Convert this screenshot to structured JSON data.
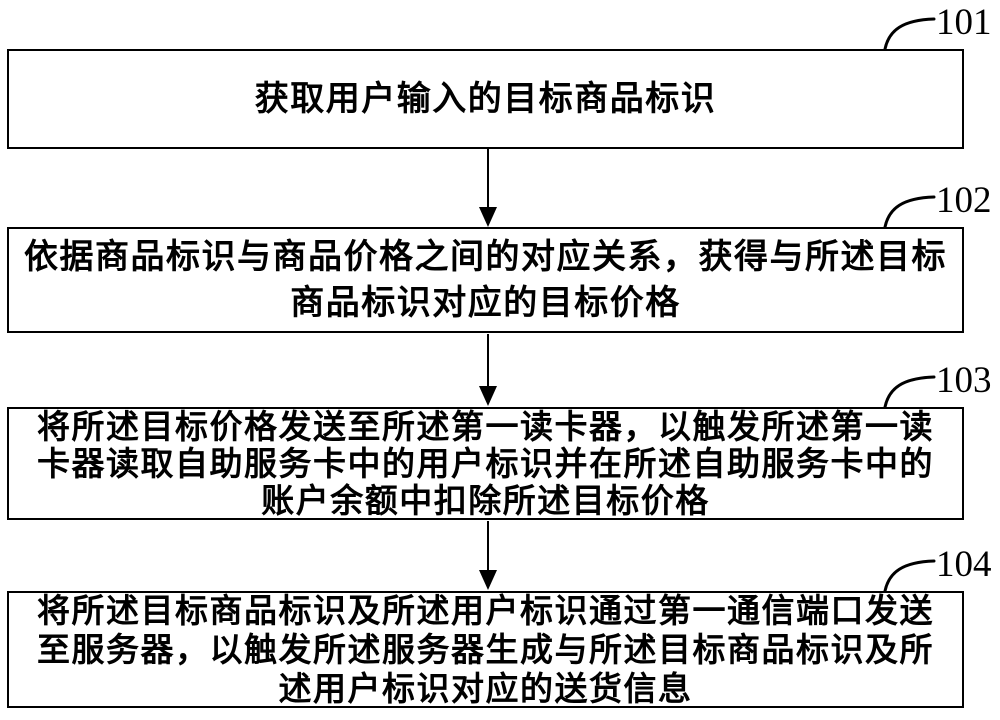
{
  "figure": {
    "background": "#ffffff",
    "ink": "#000000",
    "type": "flowchart",
    "steps": [
      {
        "ref": "101",
        "lines": [
          "获取用户输入的目标商品标识"
        ]
      },
      {
        "ref": "102",
        "lines": [
          "依据商品标识与商品价格之间的对应关系，获得与所述目标",
          "商品标识对应的目标价格"
        ]
      },
      {
        "ref": "103",
        "lines": [
          "将所述目标价格发送至所述第一读卡器，以触发所述第一读",
          "卡器读取自助服务卡中的用户标识并在所述自助服务卡中的",
          "账户余额中扣除所述目标价格"
        ]
      },
      {
        "ref": "104",
        "lines": [
          "将所述目标商品标识及所述用户标识通过第一通信端口发送",
          "至服务器，以触发所述服务器生成与所述目标商品标识及所",
          "述用户标识对应的送货信息"
        ]
      }
    ]
  }
}
